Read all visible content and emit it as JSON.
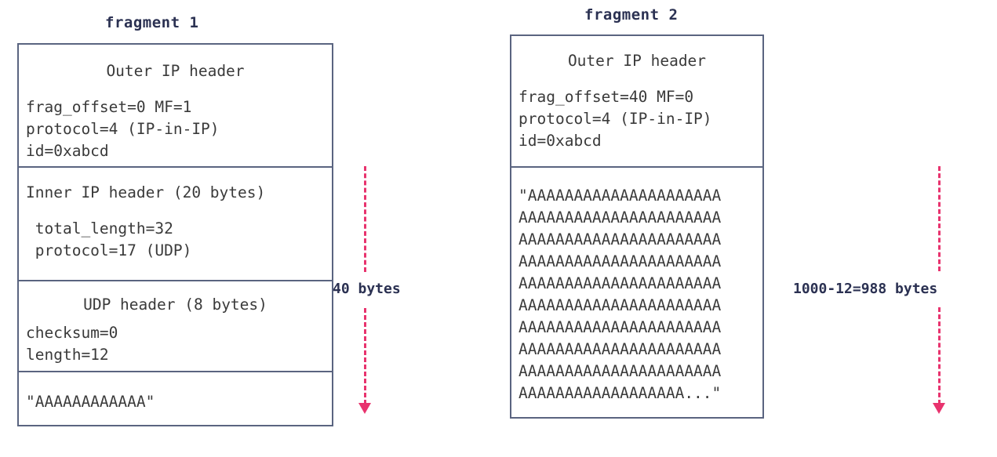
{
  "diagram": {
    "fragments": [
      {
        "title": "fragment 1",
        "sections": [
          {
            "name": "outer-ip-header",
            "heading": "Outer IP header",
            "lines": [
              "frag_offset=0 MF=1",
              "protocol=4 (IP-in-IP)",
              "id=0xabcd"
            ]
          },
          {
            "name": "inner-ip-header",
            "heading": "Inner IP header (20 bytes)",
            "lines": [
              " total_length=32",
              " protocol=17 (UDP)"
            ]
          },
          {
            "name": "udp-header",
            "heading": "UDP header (8 bytes)",
            "lines": [
              "checksum=0",
              "length=12"
            ]
          },
          {
            "name": "payload",
            "heading": "",
            "lines": [
              "\"AAAAAAAAAAAA\""
            ]
          }
        ]
      },
      {
        "title": "fragment 2",
        "sections": [
          {
            "name": "outer-ip-header",
            "heading": "Outer IP header",
            "lines": [
              "frag_offset=40 MF=0",
              "protocol=4 (IP-in-IP)",
              "id=0xabcd"
            ]
          },
          {
            "name": "payload",
            "heading": "",
            "lines": [
              "\"AAAAAAAAAAAAAAAAAAAAA",
              "AAAAAAAAAAAAAAAAAAAAAA",
              "AAAAAAAAAAAAAAAAAAAAAA",
              "AAAAAAAAAAAAAAAAAAAAAA",
              "AAAAAAAAAAAAAAAAAAAAAA",
              "AAAAAAAAAAAAAAAAAAAAAA",
              "AAAAAAAAAAAAAAAAAAAAAA",
              "AAAAAAAAAAAAAAAAAAAAAA",
              "AAAAAAAAAAAAAAAAAAAAAA",
              "AAAAAAAAAAAAAAAAAA...\""
            ]
          }
        ]
      }
    ],
    "measures": [
      {
        "name": "fragment-1-size",
        "label": "40 bytes"
      },
      {
        "name": "fragment-2-size",
        "label": "1000-12=988 bytes"
      }
    ],
    "colors": {
      "box_border": "#5a6480",
      "arrow": "#e8336e",
      "title_text": "#2b3152",
      "body_text": "#3a3a3a"
    }
  }
}
